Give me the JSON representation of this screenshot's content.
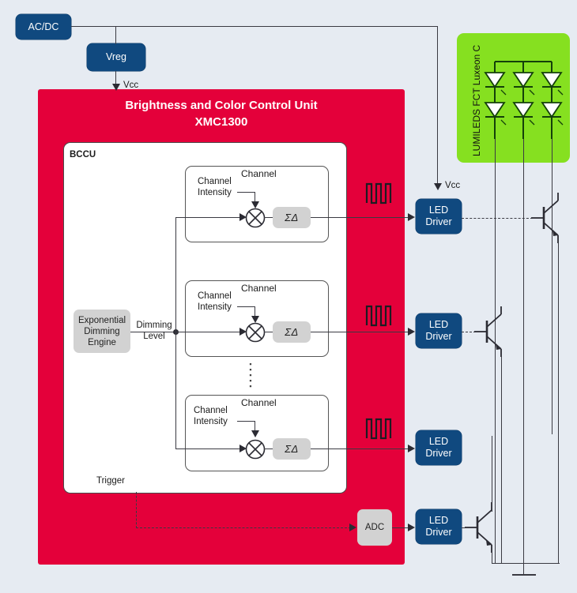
{
  "diagram": {
    "title_line1": "Brightness and Color Control Unit",
    "title_line2": "XMC1300",
    "bccu_label": "BCCU",
    "trigger_label": "Trigger",
    "dimming_label": "Dimming\nLevel",
    "vcc_label_left": "Vcc",
    "vcc_label_right": "Vcc",
    "ellipsis": "⋮"
  },
  "blocks": {
    "acdc": "AC/DC",
    "vreg": "Vreg",
    "exp_engine": "Exponential\nDimming\nEngine",
    "adc": "ADC",
    "led_driver": "LED\nDriver"
  },
  "channels": [
    {
      "title": "Channel",
      "intensity_label": "Channel\nIntensity",
      "modulator": "ΣΔ",
      "driver": "LED\nDriver"
    },
    {
      "title": "Channel",
      "intensity_label": "Channel\nIntensity",
      "modulator": "ΣΔ",
      "driver": "LED\nDriver"
    },
    {
      "title": "Channel",
      "intensity_label": "Channel\nIntensity",
      "modulator": "ΣΔ",
      "driver": "LED\nDriver"
    }
  ],
  "led_array": {
    "label": "LUMILEDS FCT Luxeon C",
    "rows": 2,
    "columns": 3,
    "count": 6
  },
  "drivers": [
    {
      "label": "LED\nDriver"
    },
    {
      "label": "LED\nDriver"
    },
    {
      "label": "LED\nDriver"
    },
    {
      "label": "LED\nDriver"
    }
  ],
  "colors": {
    "background": "#e6ebf2",
    "unit_red": "#e4003a",
    "block_navy": "#10497f",
    "block_gray": "#d2d2d2",
    "led_green": "#86e020",
    "wire": "#3a3a42"
  }
}
